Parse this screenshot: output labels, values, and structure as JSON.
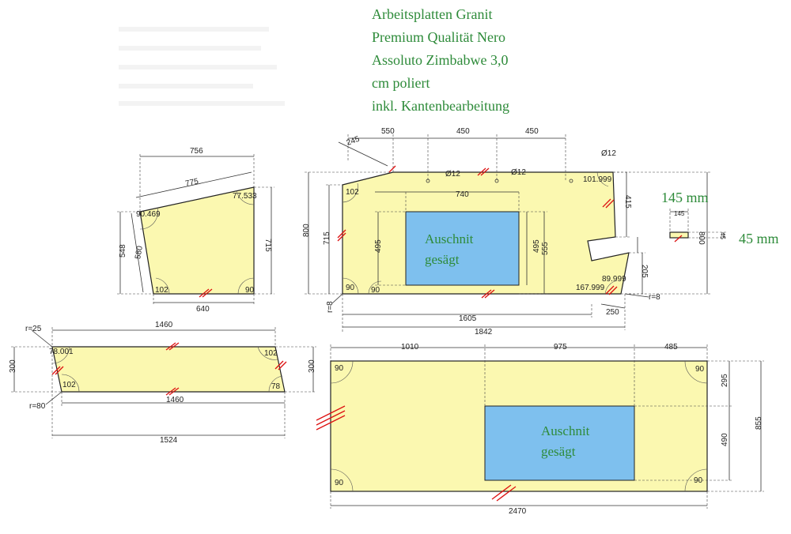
{
  "title": {
    "lines": [
      "Arbeitsplatten Granit",
      "Premium Qualität Nero",
      "Assoluto Zimbabwe 3,0",
      "cm poliert",
      "inkl. Kantenbearbeitung"
    ]
  },
  "strip": {
    "width_label": "145 mm",
    "height_label": "45 mm",
    "dim_w": "145",
    "dim_h": "45",
    "dim_800": "800"
  },
  "piece1": {
    "dims": {
      "top": "756",
      "diag": "775",
      "left_outer": "548",
      "left_diag": "580",
      "right": "715",
      "bottom": "640"
    },
    "angles": {
      "tl": "90.469",
      "tr": "77.533",
      "bl": "102",
      "br": "90"
    }
  },
  "piece2": {
    "dims": {
      "d245": "245",
      "d550": "550",
      "d450a": "450",
      "d450b": "450",
      "phi1": "Ø12",
      "phi2": "Ø12",
      "phi3": "Ø12",
      "d740": "740",
      "d800": "800",
      "d715": "715",
      "d495a": "495",
      "d495b": "495",
      "d555": "555",
      "d415": "415",
      "d205": "205",
      "d1605": "1605",
      "d1842": "1842",
      "d250": "250",
      "r8a": "r=8",
      "r8b": "r=8"
    },
    "angles": {
      "tl": "102",
      "tr": "101.999",
      "bl": "90",
      "b2": "90",
      "br1": "167.999",
      "br2": "89.999"
    },
    "cutout": [
      "Auschnit",
      "gesägt"
    ]
  },
  "piece3": {
    "dims": {
      "top": "1460",
      "bottom": "1460",
      "overall": "1524",
      "h_left": "300",
      "h_right": "300",
      "r25": "r=25",
      "r80": "r=80"
    },
    "angles": {
      "tl": "78.001",
      "bl": "102",
      "tr": "102",
      "br": "78"
    }
  },
  "piece4": {
    "dims": {
      "d1010": "1010",
      "d975": "975",
      "d485": "485",
      "d295": "295",
      "d490": "490",
      "d855": "855",
      "d2470": "2470"
    },
    "angles": {
      "tl": "90",
      "tr": "90",
      "bl": "90",
      "br": "90"
    },
    "cutout": [
      "Auschnit",
      "gesägt"
    ]
  }
}
